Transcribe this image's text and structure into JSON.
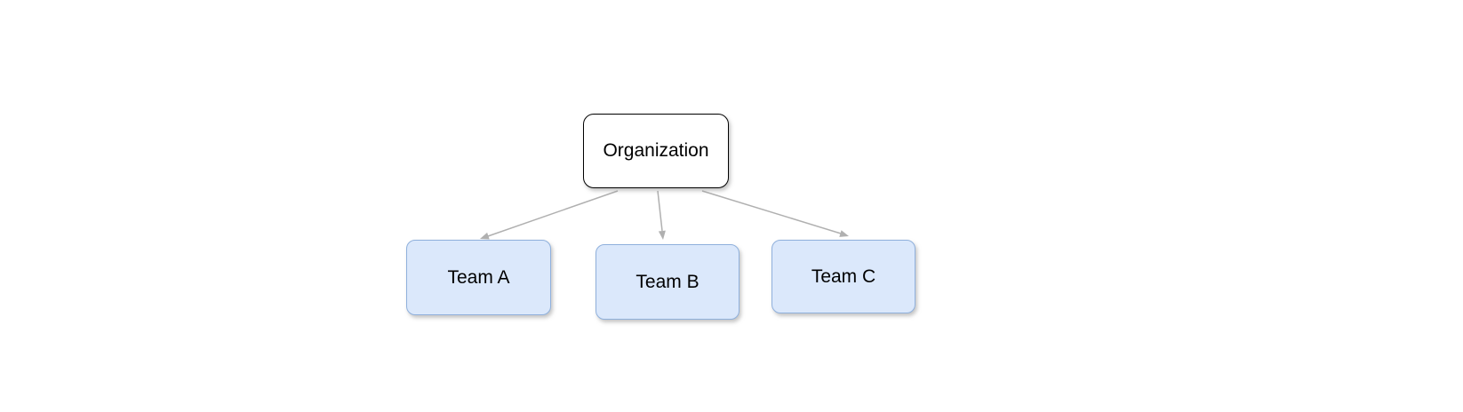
{
  "diagram": {
    "root": {
      "label": "Organization"
    },
    "children": [
      {
        "label": "Team A"
      },
      {
        "label": "Team B"
      },
      {
        "label": "Team C"
      }
    ],
    "colors": {
      "canvas_bg": "#ffffff",
      "root_fill": "#ffffff",
      "root_border": "#000000",
      "child_fill": "#dbe8fb",
      "child_border": "#8fb0dc",
      "arrow": "#b0b0b0"
    }
  }
}
